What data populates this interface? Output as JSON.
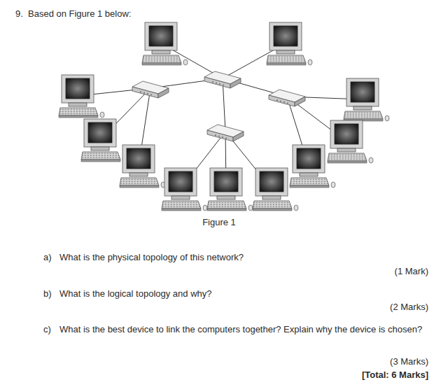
{
  "diagram": {
    "caption": "Figure 1",
    "labels": [
      "9.",
      "Based on Figure 1 below:",
      "a)",
      "What is the physical topology of this network?",
      "(1 Mark)",
      "b)",
      "What is the logical topology and why?",
      "(2 Marks)",
      "c)",
      "What is the best device to link the computers together? Explain why the device is chosen?",
      "(3 Marks)",
      "[Total: 6 Marks]"
    ]
  }
}
